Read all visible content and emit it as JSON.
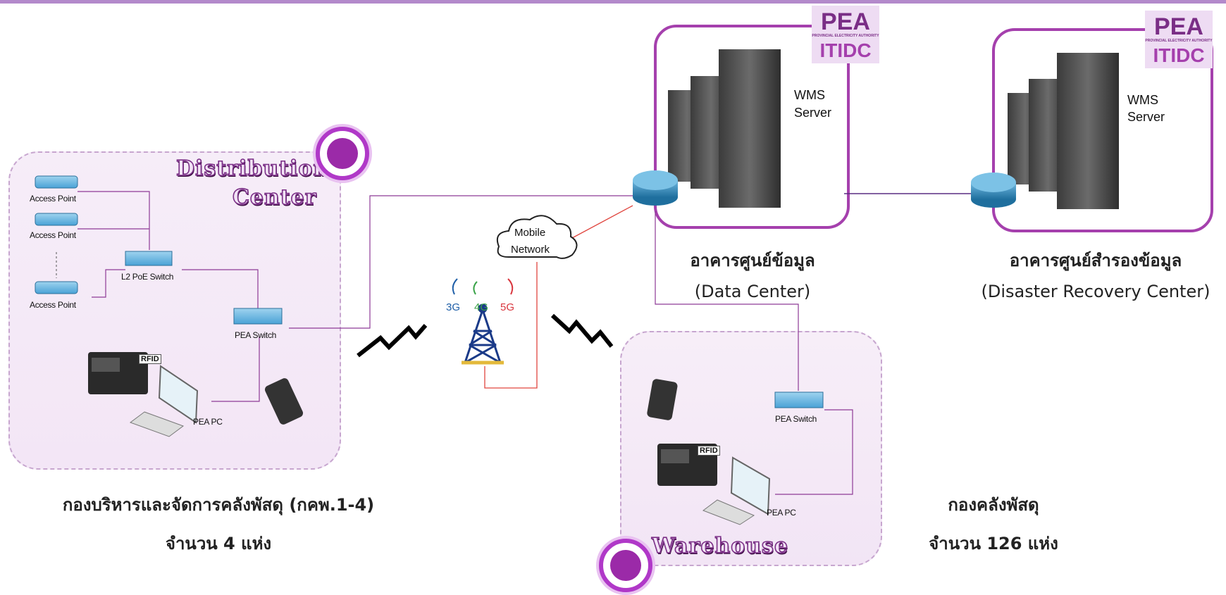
{
  "zones": {
    "distribution_center": {
      "title_line1": "Distribution",
      "title_line2": "Center"
    },
    "warehouse": {
      "title": "Warehouse"
    }
  },
  "devices": {
    "access_point": "Access Point",
    "l2_poe_switch": "L2 PoE Switch",
    "pea_switch": "PEA Switch",
    "pea_pc": "PEA PC",
    "rfid": "RFID",
    "wms_server_line1": "WMS",
    "wms_server_line2": "Server",
    "mobile_network_line1": "Mobile",
    "mobile_network_line2": "Network",
    "cell_3g": "3G",
    "cell_4g": "4G",
    "cell_5g": "5G"
  },
  "logos": {
    "pea": "PEA",
    "itidc": "ITIDC",
    "pea_sub": "PROVINCIAL ELECTRICITY AUTHORITY"
  },
  "captions": {
    "data_center_th": "อาคารศูนย์ข้อมูล",
    "data_center_en": "(Data Center)",
    "drc_th": "อาคารศูนย์สำรองข้อมูล",
    "drc_en": "(Disaster Recovery Center)",
    "dc_org": "กองบริหารและจัดการคลังพัสดุ (กคพ.1-4)",
    "dc_count": "จำนวน 4 แห่ง",
    "wh_org": "กองคลังพัสดุ",
    "wh_count": "จำนวน 126 แห่ง"
  },
  "colors": {
    "accent_purple": "#a540ad",
    "zone_fill": "#f4e8f7",
    "link_purple": "#8e3a96",
    "link_red": "#e0463f",
    "router_blue": "#2f86b8"
  }
}
